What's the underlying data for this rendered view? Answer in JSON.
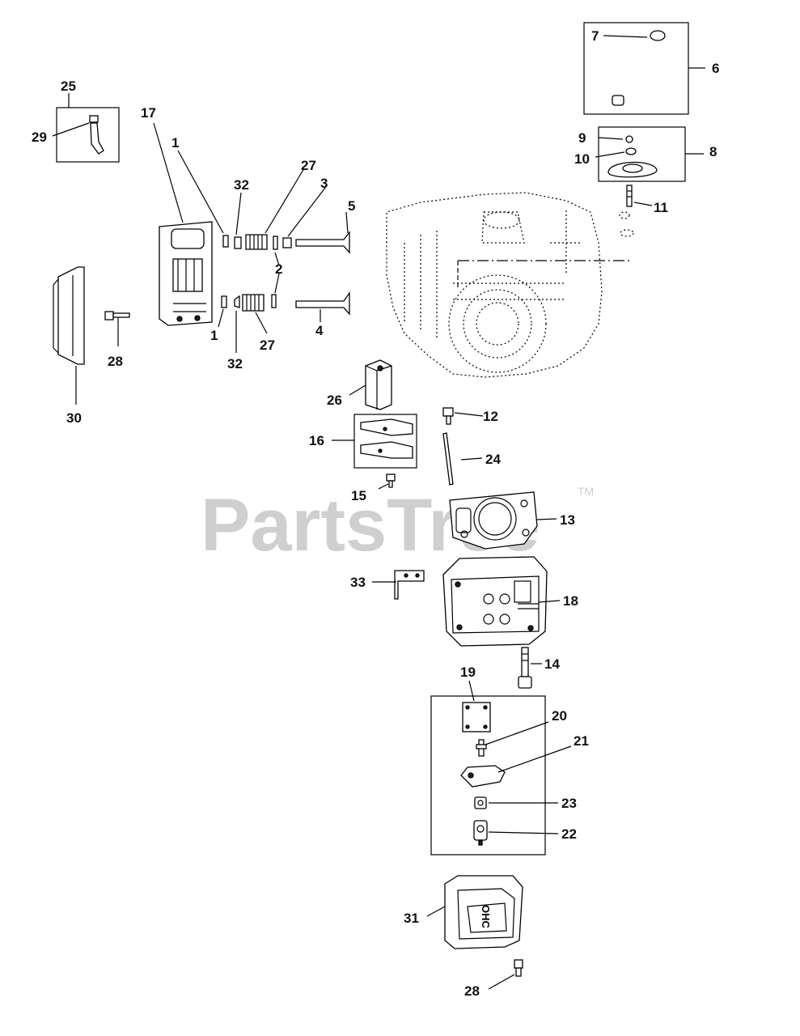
{
  "watermark": {
    "brand": "PartsTree",
    "trademark": "TM"
  },
  "callouts": [
    {
      "num": "1"
    },
    {
      "num": "1"
    },
    {
      "num": "2"
    },
    {
      "num": "3"
    },
    {
      "num": "4"
    },
    {
      "num": "5"
    },
    {
      "num": "6"
    },
    {
      "num": "7"
    },
    {
      "num": "8"
    },
    {
      "num": "9"
    },
    {
      "num": "10"
    },
    {
      "num": "11"
    },
    {
      "num": "12"
    },
    {
      "num": "13"
    },
    {
      "num": "14"
    },
    {
      "num": "15"
    },
    {
      "num": "16"
    },
    {
      "num": "17"
    },
    {
      "num": "18"
    },
    {
      "num": "19"
    },
    {
      "num": "20"
    },
    {
      "num": "21"
    },
    {
      "num": "22"
    },
    {
      "num": "23"
    },
    {
      "num": "24"
    },
    {
      "num": "25"
    },
    {
      "num": "26"
    },
    {
      "num": "27"
    },
    {
      "num": "27"
    },
    {
      "num": "28"
    },
    {
      "num": "28"
    },
    {
      "num": "29"
    },
    {
      "num": "30"
    },
    {
      "num": "31"
    },
    {
      "num": "32"
    },
    {
      "num": "32"
    },
    {
      "num": "33"
    }
  ],
  "cover_embossing": "OHC"
}
